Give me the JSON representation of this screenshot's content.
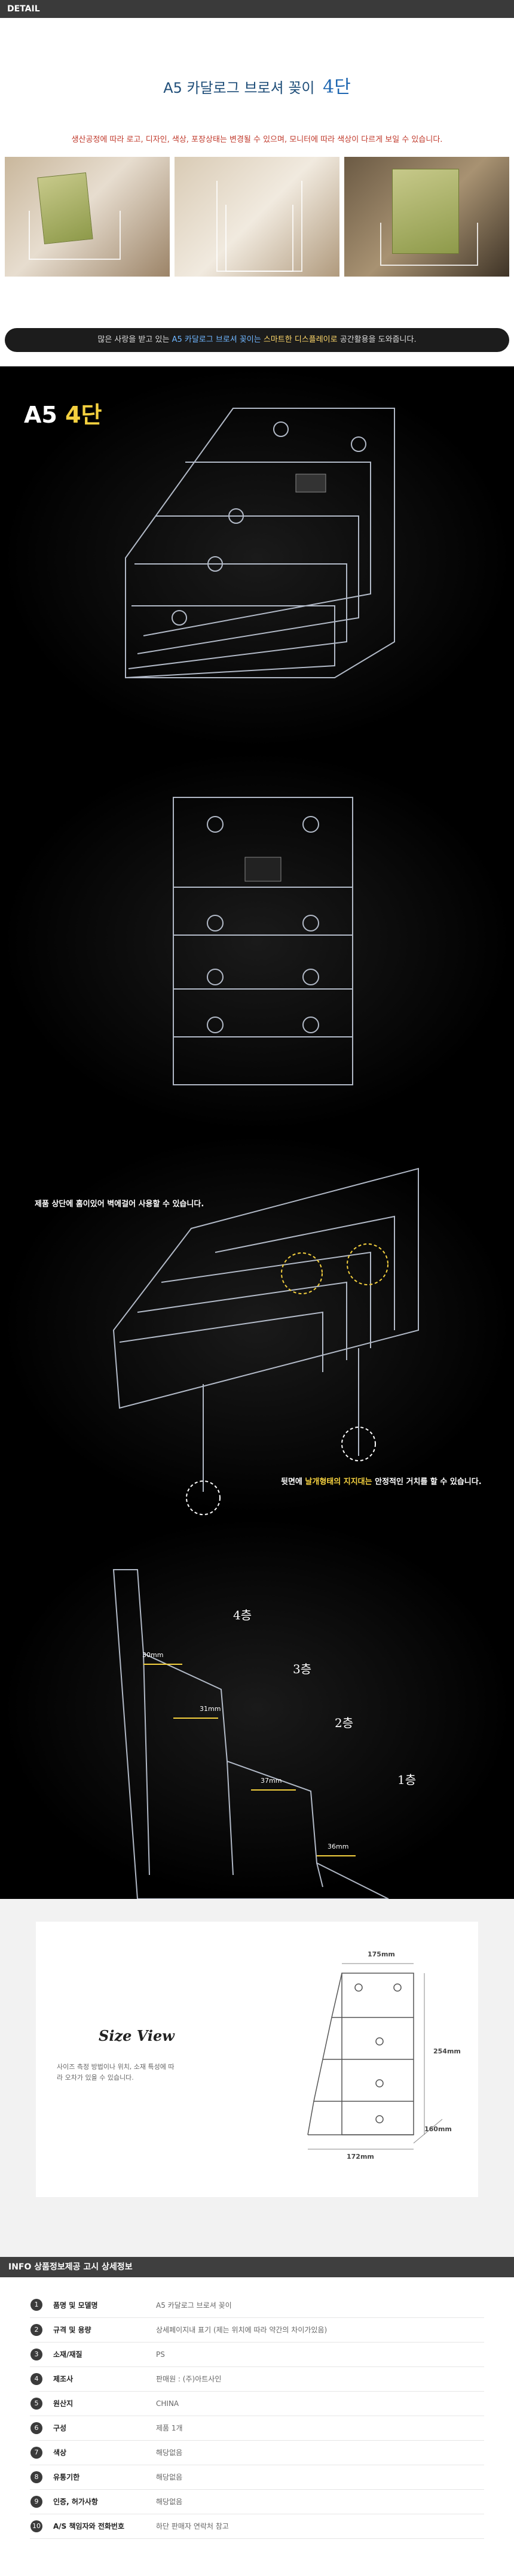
{
  "header": {
    "detail_label": "DETAIL"
  },
  "title": {
    "prefix": "A5 카달로그 브로셔 꽂이",
    "suffix": "4단"
  },
  "notice": "생산공정에 따라 로고, 디자인, 색상, 포장상태는 변경될 수 있으며, 모니터에 따라 색상이 다르게 보일 수 있습니다.",
  "quote": {
    "part1": "많은 사랑을 받고 있는",
    "highlight": "A5 카달로그 브로셔 꽂이는",
    "highlight2": "스마트한 디스플레이로",
    "part2": "공간활용을 도와줍니다."
  },
  "product_label": {
    "a": "A5",
    "b": "4단"
  },
  "annotations": {
    "wall": "제품 상단에 홈이있어 벽에걸어 사용할 수 있습니다.",
    "back_pre": "뒷면에",
    "back_hl": "날개형태의 지지대는",
    "back_post": "안정적인 거치를 할 수 있습니다."
  },
  "tiers": {
    "t4": "4층",
    "t3": "3층",
    "t2": "2층",
    "t1": "1층",
    "m30": "30mm",
    "m31": "31mm",
    "m37": "37mm",
    "m36": "36mm"
  },
  "size_view": {
    "title": "Size View",
    "desc": "사이즈 측정 방법이나 위치, 소재 특성에 따라 오차가 있을 수 있습니다.",
    "w_top": "175mm",
    "h": "254mm",
    "w_bottom": "172mm",
    "d": "160mm"
  },
  "info": {
    "bar_label": "INFO 상품정보제공 고시 상세정보",
    "rows": [
      {
        "num": "1",
        "key": "품명 및 모델명",
        "val": "A5 카달로그 브로셔 꽂이"
      },
      {
        "num": "2",
        "key": "규격 및 용량",
        "val": "상세페이지내 표기 (제는 위치에 따라 약간의 차이가있음)"
      },
      {
        "num": "3",
        "key": "소재/재질",
        "val": "PS"
      },
      {
        "num": "4",
        "key": "제조사",
        "val": "판매원 : (주)아트사인"
      },
      {
        "num": "5",
        "key": "원산지",
        "val": "CHINA"
      },
      {
        "num": "6",
        "key": "구성",
        "val": "제품 1개"
      },
      {
        "num": "7",
        "key": "색상",
        "val": "해당없음"
      },
      {
        "num": "8",
        "key": "유통기한",
        "val": "해당없음"
      },
      {
        "num": "9",
        "key": "인증, 허가사항",
        "val": "해당없음"
      },
      {
        "num": "10",
        "key": "A/S 책임자와 전화번호",
        "val": "하단 판매자 연락처 참고"
      }
    ]
  }
}
